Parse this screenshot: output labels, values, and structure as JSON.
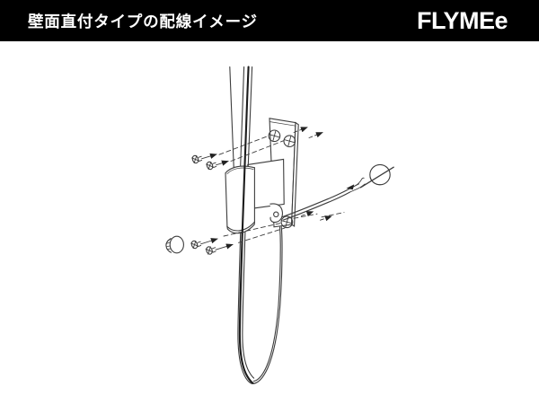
{
  "header": {
    "title": "壁面直付タイプの配線イメージ",
    "brand": "FLYMEe",
    "background_color": "#000000",
    "text_color": "#ffffff"
  },
  "diagram": {
    "kind": "exploded line-art installation diagram of a wall-mounted light fixture",
    "background_color": "#ffffff",
    "line_color": "#3d3d3d",
    "cord_color": "#1c1c1c",
    "components": [
      {
        "name": "lamp-pole",
        "desc": "vertical fixture stem entering clamp from above"
      },
      {
        "name": "clamp-bracket",
        "desc": "cylindrical saddle clamp with back plate around the pole"
      },
      {
        "name": "wall-plate",
        "desc": "vertical mounting plate with two upper screw holes and one lower screw hole"
      },
      {
        "name": "mounting-screws",
        "count": 4,
        "desc": "phillips screws with insertion arrows, two upper-left and two lower-left"
      },
      {
        "name": "end-cap",
        "desc": "small round cover cap at lower left"
      },
      {
        "name": "cord-hook",
        "desc": "strain-relief hook at bottom of plate"
      },
      {
        "name": "power-cord",
        "desc": "cord hanging in a long loop below the bracket and running right to stripped wire ends"
      },
      {
        "name": "stripped-wire-ends",
        "desc": "split conductor ends of the cord"
      },
      {
        "name": "wall-outlet-connector",
        "desc": "round power connection point at right"
      },
      {
        "name": "direction-arrows",
        "count": 6,
        "desc": "dashed guide lines with small arrows pointing toward the wall"
      }
    ]
  }
}
